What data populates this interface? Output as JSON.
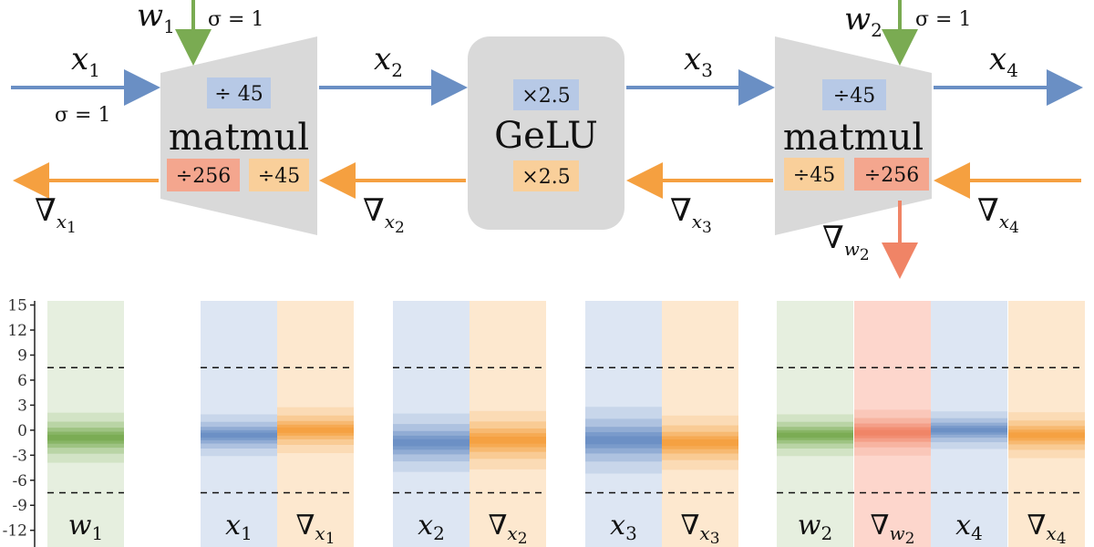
{
  "diagram": {
    "x1": {
      "sym": "x",
      "sub": "1"
    },
    "x2": {
      "sym": "x",
      "sub": "2"
    },
    "x3": {
      "sym": "x",
      "sub": "3"
    },
    "x4": {
      "sym": "x",
      "sub": "4"
    },
    "w1": {
      "sym": "w",
      "sub": "1"
    },
    "w2": {
      "sym": "w",
      "sub": "2"
    },
    "g1": {
      "sym": "∇",
      "sub": "x",
      "subsub": "1"
    },
    "g2": {
      "sym": "∇",
      "sub": "x",
      "subsub": "2"
    },
    "g3": {
      "sym": "∇",
      "sub": "x",
      "subsub": "3"
    },
    "g4": {
      "sym": "∇",
      "sub": "x",
      "subsub": "4"
    },
    "gw2": {
      "sym": "∇",
      "sub": "w",
      "subsub": "2"
    },
    "sigma_w1": "σ = 1",
    "sigma_x1": "σ = 1",
    "sigma_w2": "σ = 1",
    "matmul1": {
      "label": "matmul",
      "fwd_scale": "÷ 45",
      "bwd_scale_a": "÷256",
      "bwd_scale_b": "÷45"
    },
    "gelu": {
      "label": "GeLU",
      "fwd_scale": "×2.5",
      "bwd_scale": "×2.5"
    },
    "matmul2": {
      "label": "matmul",
      "fwd_scale": "÷45",
      "bwd_scale_a": "÷45",
      "bwd_scale_b": "÷256"
    },
    "colors": {
      "forward": "#6a8fc4",
      "backward": "#f5a040",
      "weight": "#7aab52",
      "weight_grad": "#f08466",
      "block": "#d9d9d9"
    }
  },
  "histogram": {
    "ticks": [
      "15",
      "12",
      "9",
      "6",
      "3",
      "0",
      "-3",
      "-6",
      "-9",
      "-12"
    ],
    "dashed_levels": [
      7.5,
      -7.5
    ],
    "y_range": [
      -14,
      15.5
    ],
    "columns": [
      {
        "id": "w1",
        "kind": "weight",
        "sym": "w",
        "sub": "1",
        "center": -0.9,
        "spread": 1.2
      },
      {
        "id": "x1",
        "kind": "forward",
        "sym": "x",
        "sub": "1",
        "center": -0.6,
        "spread": 1.0
      },
      {
        "id": "gx1",
        "kind": "backward",
        "sym": "∇",
        "sub": "x",
        "subsub": "1",
        "center": 0.0,
        "spread": 1.1
      },
      {
        "id": "x2",
        "kind": "forward",
        "sym": "x",
        "sub": "2",
        "center": -1.5,
        "spread": 1.4
      },
      {
        "id": "gx2",
        "kind": "backward",
        "sym": "∇",
        "sub": "x",
        "subsub": "2",
        "center": -1.2,
        "spread": 1.4
      },
      {
        "id": "x3",
        "kind": "forward",
        "sym": "x",
        "sub": "3",
        "center": -1.2,
        "spread": 1.6
      },
      {
        "id": "gx3",
        "kind": "backward",
        "sym": "∇",
        "sub": "x",
        "subsub": "3",
        "center": -1.5,
        "spread": 1.3
      },
      {
        "id": "w2",
        "kind": "weight",
        "sym": "w",
        "sub": "2",
        "center": -0.6,
        "spread": 1.0
      },
      {
        "id": "gw2",
        "kind": "weight_grad",
        "sym": "∇",
        "sub": "w",
        "subsub": "2",
        "center": -0.3,
        "spread": 1.1
      },
      {
        "id": "x4",
        "kind": "forward",
        "sym": "x",
        "sub": "4",
        "center": 0.0,
        "spread": 0.9
      },
      {
        "id": "gx4",
        "kind": "backward",
        "sym": "∇",
        "sub": "x",
        "subsub": "4",
        "center": -0.6,
        "spread": 1.1
      }
    ]
  }
}
